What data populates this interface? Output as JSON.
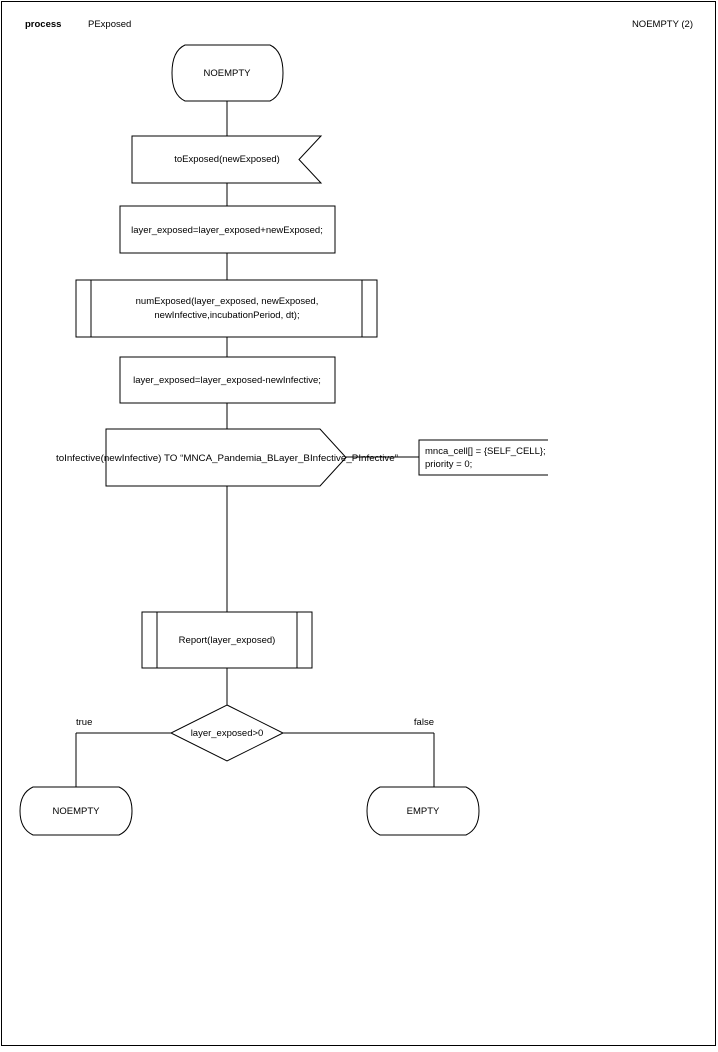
{
  "header": {
    "keyword": "process",
    "process_name": "PExposed",
    "page_label": "NOEMPTY (2)"
  },
  "diagram": {
    "start_state": "NOEMPTY",
    "input_signal": "toExposed(newExposed)",
    "task_add": "layer_exposed=layer_exposed+newExposed;",
    "procedure_call": {
      "line1": "numExposed(layer_exposed, newExposed,",
      "line2": "newInfective,incubationPeriod, dt);"
    },
    "task_subtract": "layer_exposed=layer_exposed-newInfective;",
    "output_signal": "toInfective(newInfective) TO “MNCA_Pandemia_BLayer_BInfective_PInfective”",
    "comment": {
      "line1": "mnca_cell[] = {SELF_CELL};",
      "line2": "priority = 0;"
    },
    "report_call": "Report(layer_exposed)",
    "decision": "layer_exposed>0",
    "branch_true_label": "true",
    "branch_false_label": "false",
    "true_state": "NOEMPTY",
    "false_state": "EMPTY"
  }
}
